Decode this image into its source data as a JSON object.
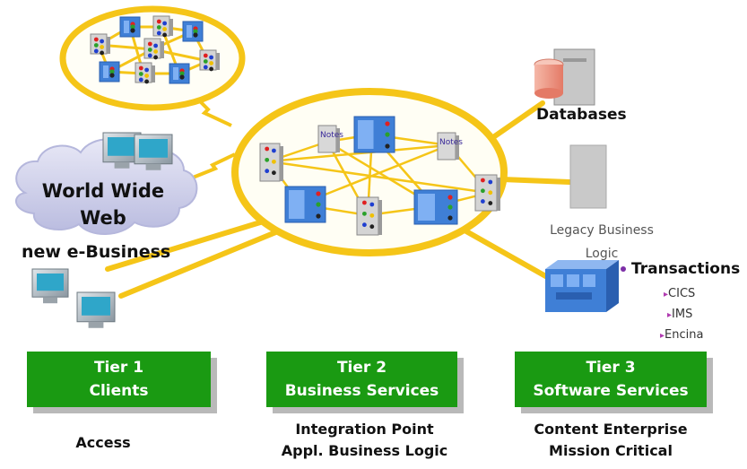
{
  "cloud_label": [
    "World Wide",
    "Web"
  ],
  "new_ebusiness": "new e-Business",
  "databases": "Databases",
  "legacy": [
    "Legacy Business",
    "Logic"
  ],
  "transactions": {
    "title": "Transactions",
    "items": [
      "CICS",
      "IMS",
      "Encina"
    ]
  },
  "notes_label": "Notes",
  "tiers": [
    {
      "title": "Tier 1",
      "subtitle": "Clients"
    },
    {
      "title": "Tier 2",
      "subtitle": "Business Services"
    },
    {
      "title": "Tier 3",
      "subtitle": "Software Services"
    }
  ],
  "captions": {
    "tier1": [
      "Access"
    ],
    "tier2": [
      "Integration Point",
      "Appl. Business Logic"
    ],
    "tier3": [
      "Content Enterprise",
      "Mission Critical"
    ]
  },
  "colors": {
    "ring": "#f5c518",
    "tier_box": "#1a9a12",
    "shadow": "#b9b9b9",
    "cloud": "#cfd0ea",
    "server_blue": "#3f7fd6",
    "bullet": "#7d2fa7"
  }
}
